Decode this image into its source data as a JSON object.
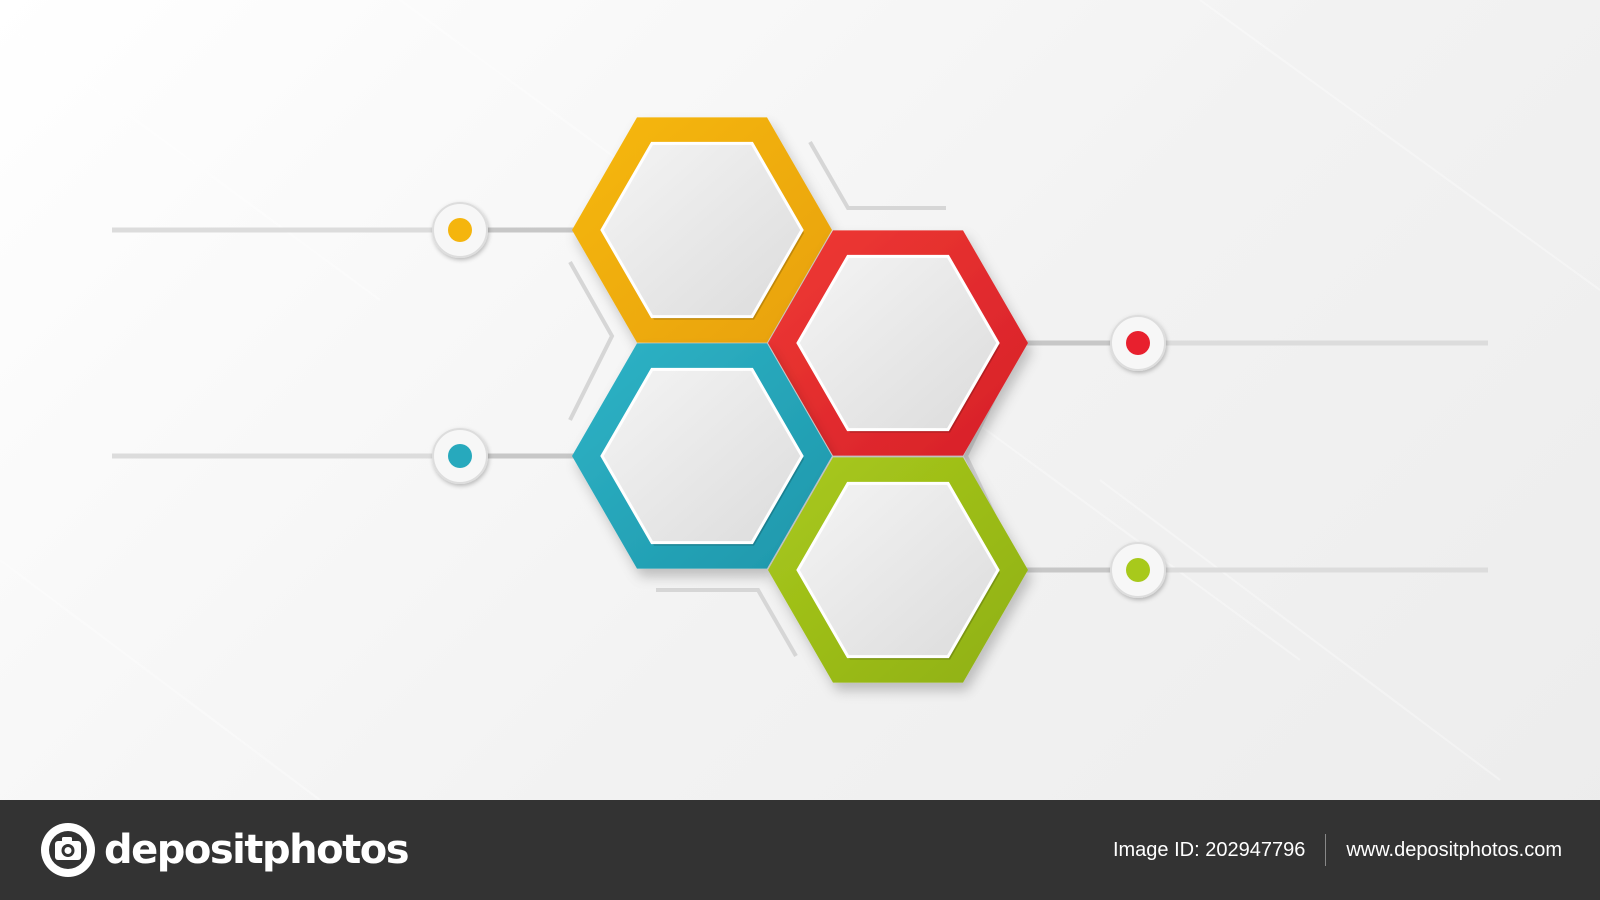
{
  "diagram": {
    "hexagons": [
      {
        "id": "yellow",
        "color": "#f6b80f",
        "shade": "#e8a10a"
      },
      {
        "id": "red",
        "color": "#ef3a32",
        "shade": "#d61f2a"
      },
      {
        "id": "teal",
        "color": "#2fb3c6",
        "shade": "#1d97ab"
      },
      {
        "id": "green",
        "color": "#a9c91d",
        "shade": "#8fb012"
      }
    ],
    "markers": [
      {
        "id": "yellow",
        "side": "left",
        "color": "#f5b50d"
      },
      {
        "id": "red",
        "side": "right",
        "color": "#e8202e"
      },
      {
        "id": "teal",
        "side": "left",
        "color": "#27a9bd"
      },
      {
        "id": "green",
        "side": "right",
        "color": "#a8c91b"
      }
    ],
    "connector_color": "#cccccc"
  },
  "watermark": {
    "text": "depositphotos"
  },
  "footer": {
    "brand": "depositphotos",
    "image_id": "Image ID: 202947796",
    "site": "www.depositphotos.com"
  }
}
